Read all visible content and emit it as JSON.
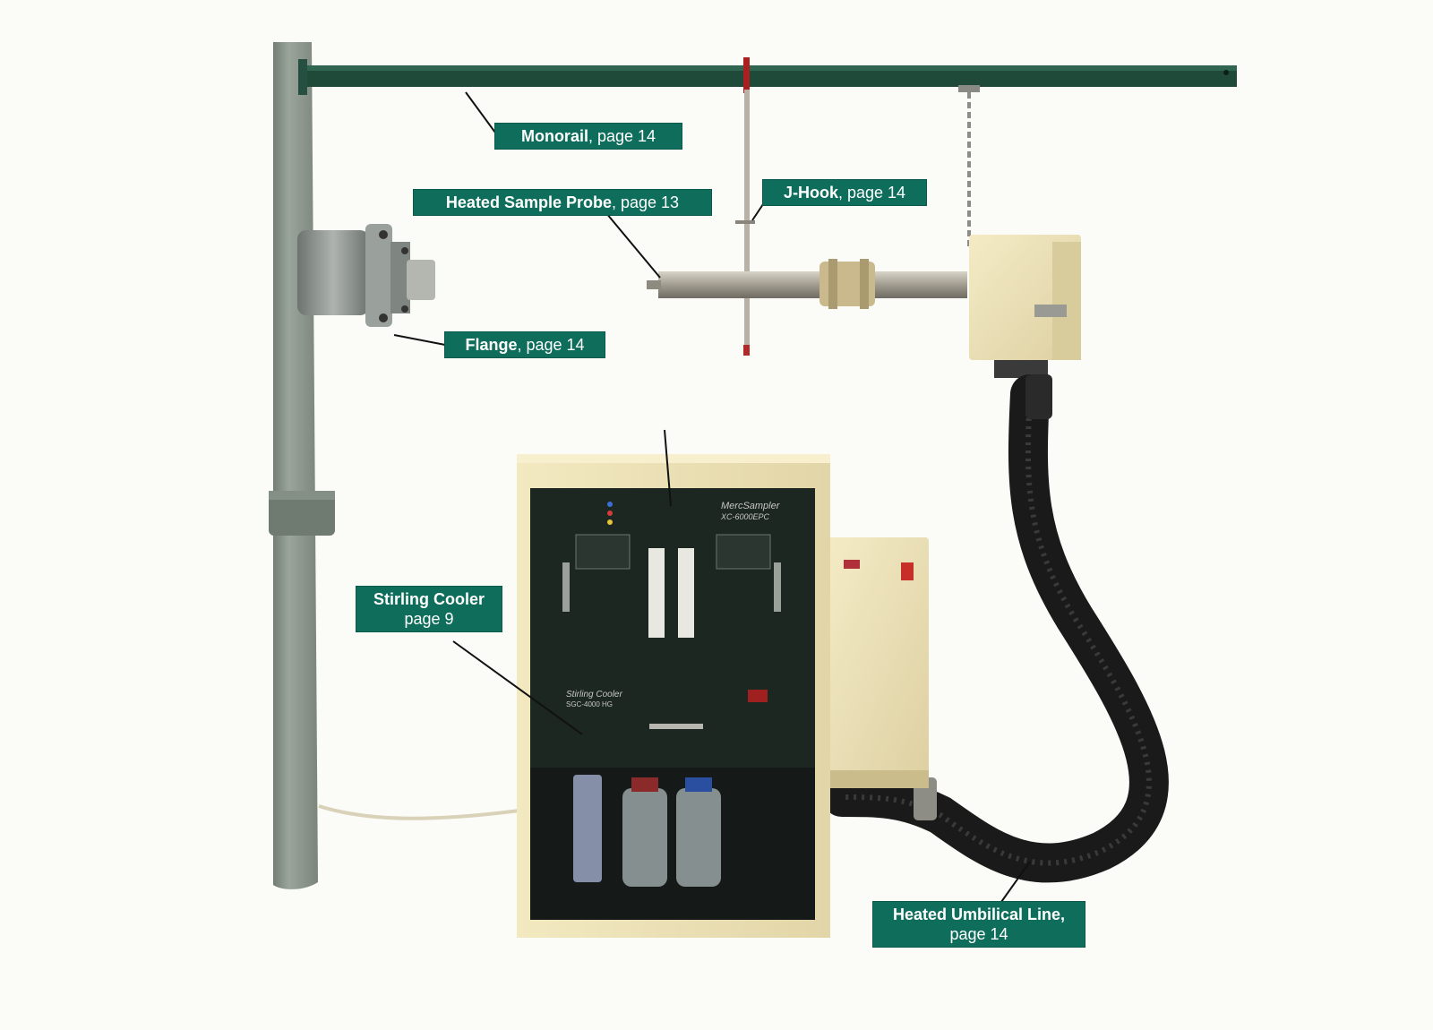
{
  "callouts": {
    "monorail": {
      "bold": "Monorail",
      "rest": ", page 14"
    },
    "probe": {
      "bold": "Heated Sample Probe",
      "rest": ", page 13"
    },
    "jhook": {
      "bold": "J-Hook",
      "rest": ", page 14"
    },
    "flange": {
      "bold": "Flange",
      "rest": ", page 14"
    },
    "cooler": {
      "line1": "Stirling Cooler",
      "line2": "page 9"
    },
    "umbilical": {
      "line1": "Heated Umbilical Line,",
      "line2": "page 14"
    }
  },
  "panel": {
    "brand_title": "MercSampler",
    "model": "XC-6000EPC",
    "cooler_title": "Stirling Cooler",
    "cooler_model": "SGC-4000 HG"
  },
  "colors": {
    "callout_bg": "#0e6d5b",
    "callout_text": "#ffffff",
    "rail": "#1f4a3a",
    "pole": "#8b968c",
    "cabinet": "#efe4b9",
    "panel": "#1c2722",
    "hose": "#1a1a1a"
  }
}
